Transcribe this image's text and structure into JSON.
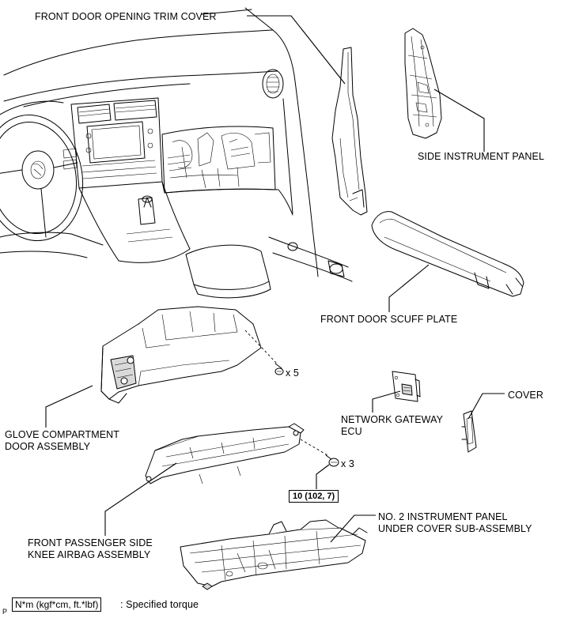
{
  "labels": {
    "front_door_opening_trim_cover": "FRONT DOOR OPENING TRIM COVER",
    "side_instrument_panel": "SIDE INSTRUMENT PANEL",
    "front_door_scuff_plate": "FRONT DOOR SCUFF PLATE",
    "glove_compartment_line1": "GLOVE COMPARTMENT",
    "glove_compartment_line2": "DOOR ASSEMBLY",
    "network_gateway_line1": "NETWORK GATEWAY",
    "network_gateway_line2": "ECU",
    "cover": "COVER",
    "knee_airbag_line1": "FRONT PASSENGER SIDE",
    "knee_airbag_line2": "KNEE AIRBAG ASSEMBLY",
    "under_cover_line1": "NO. 2 INSTRUMENT PANEL",
    "under_cover_line2": "UNDER COVER SUB-ASSEMBLY"
  },
  "fasteners": {
    "glove_screw_qty": "x 5",
    "airbag_bolt_qty": "x 3"
  },
  "torque": {
    "value": "10 (102, 7)"
  },
  "legend": {
    "unit_box": "N*m (kgf*cm, ft.*lbf)",
    "description": ": Specified torque"
  },
  "corner_mark": "P"
}
